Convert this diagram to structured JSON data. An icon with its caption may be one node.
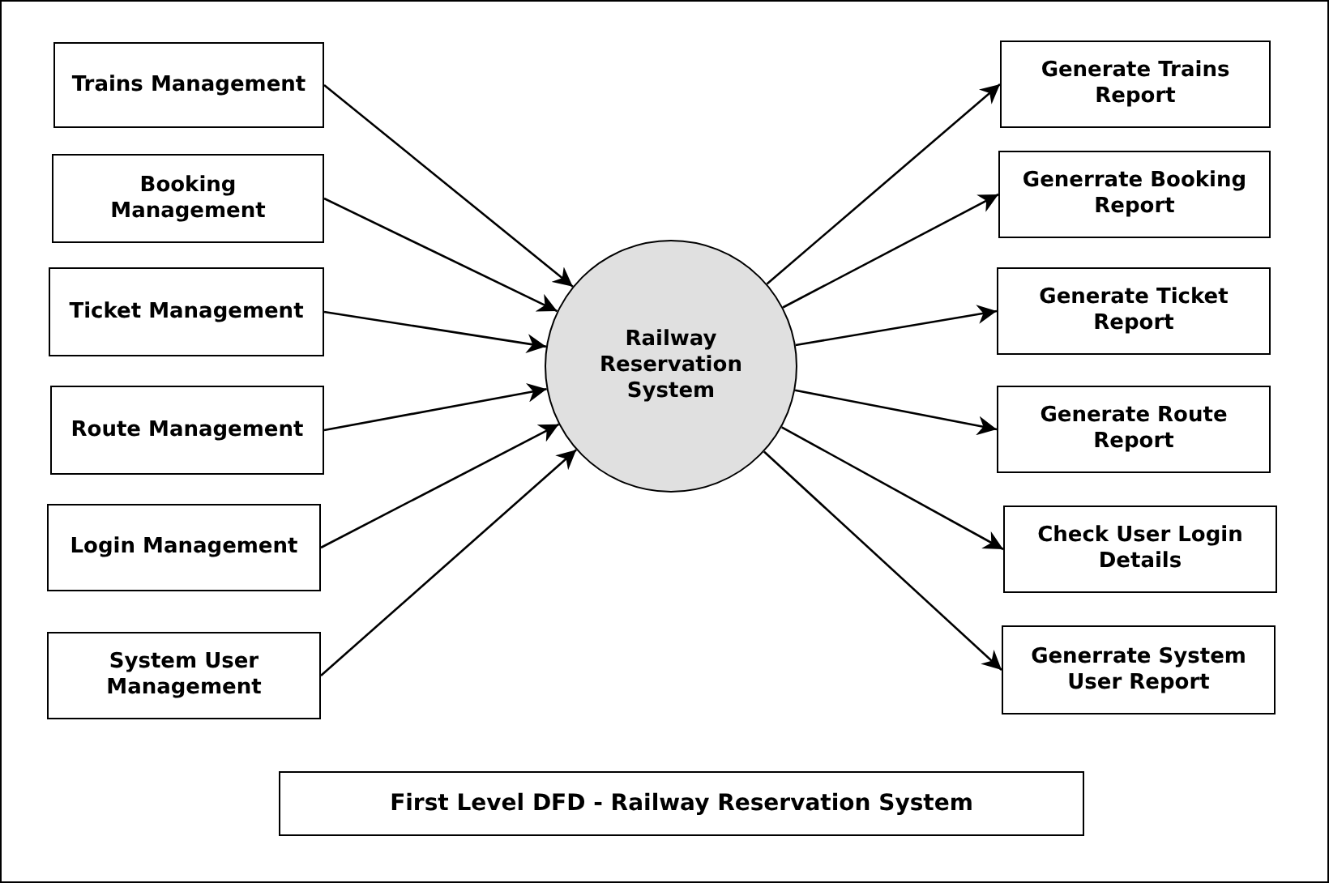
{
  "diagram": {
    "title": "First Level DFD - Railway Reservation System",
    "nodes": [
      {
        "text": [
          "Trains Management"
        ]
      },
      {
        "text": [
          "Booking Management"
        ]
      },
      {
        "text": [
          "Ticket Management"
        ]
      },
      {
        "text": [
          "Route Management"
        ]
      },
      {
        "text": [
          "Login Management"
        ]
      },
      {
        "text": [
          "System User Management"
        ]
      },
      {
        "text": [
          "Railway Reservation System"
        ]
      },
      {
        "text": [
          "Generate Trains Report"
        ]
      },
      {
        "text": [
          "Generrate Booking Report"
        ]
      },
      {
        "text": [
          "Generate Ticket Report"
        ]
      },
      {
        "text": [
          "Generate Route Report"
        ]
      },
      {
        "text": [
          "Check User Login Details"
        ]
      },
      {
        "text": [
          "Generrate System User Report"
        ]
      }
    ],
    "edges": [
      {
        "from": 0,
        "to": 6,
        "arrow": "to"
      },
      {
        "from": 1,
        "to": 6,
        "arrow": "to"
      },
      {
        "from": 2,
        "to": 6,
        "arrow": "to"
      },
      {
        "from": 3,
        "to": 6,
        "arrow": "to"
      },
      {
        "from": 4,
        "to": 6,
        "arrow": "to"
      },
      {
        "from": 5,
        "to": 6,
        "arrow": "to"
      },
      {
        "from": 6,
        "to": 7,
        "arrow": "to"
      },
      {
        "from": 6,
        "to": 8,
        "arrow": "to"
      },
      {
        "from": 6,
        "to": 9,
        "arrow": "to"
      },
      {
        "from": 6,
        "to": 10,
        "arrow": "to"
      },
      {
        "from": 6,
        "to": 11,
        "arrow": "to"
      },
      {
        "from": 6,
        "to": 12,
        "arrow": "to"
      }
    ]
  }
}
